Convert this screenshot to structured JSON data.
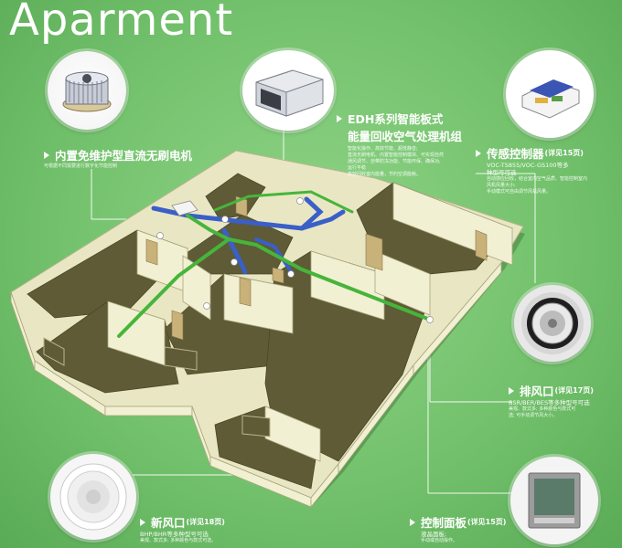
{
  "title": "Aparment",
  "callouts": {
    "motor": {
      "heading": "内置免维护型直流无刷电机",
      "lines": [
        "可根据不同需要进行数字化节能控制"
      ]
    },
    "edh": {
      "heading_line1": "EDH系列智能板式",
      "heading_line2": "能量回收空气处理机组",
      "lines": [
        "智能化操作、高效节能、超低静音;",
        "直流无刷电机、内置智能控制模块、可实现自然",
        "通风调节、自带防冻功能、节能环保、确保功,",
        "运行平稳",
        "高效回收室内能量，节约空调能耗。"
      ]
    },
    "sensor": {
      "heading": "传感控制器",
      "page_ref": "(详见15页)",
      "lines": [
        "VOC-TS855/VOC-GS100等多",
        "种型号可选"
      ],
      "small": [
        "自动感应回收，结合室内空气品质、智能控制室内",
        "风机风量大小;",
        "手动模式可自由调节风机风量。"
      ]
    },
    "exhaust": {
      "heading": "排风口",
      "page_ref": "(详见17页)",
      "lines": [
        "BSR/BER/BES等多种型号可选"
      ],
      "small": [
        "美观、款式多; 多种颜色与款式可",
        "选; 可手动调节风大小。"
      ]
    },
    "fresh": {
      "heading": "新风口",
      "page_ref": "(详见18页)",
      "lines": [
        "BHP/BHR等多种型号可选"
      ],
      "small": [
        "美观、款式多; 多种颜色与款式可选。"
      ]
    },
    "panel": {
      "heading": "控制面板",
      "page_ref": "(详见15页)",
      "lines": [
        "液晶面板;"
      ],
      "small": [
        "手动或自动操作。"
      ]
    }
  },
  "colors": {
    "background": "#74c26d",
    "wall": "#e9e7c3",
    "floor": "#5e5b36",
    "duct_supply": "#3a5fc8",
    "duct_exhaust": "#46b53b"
  }
}
